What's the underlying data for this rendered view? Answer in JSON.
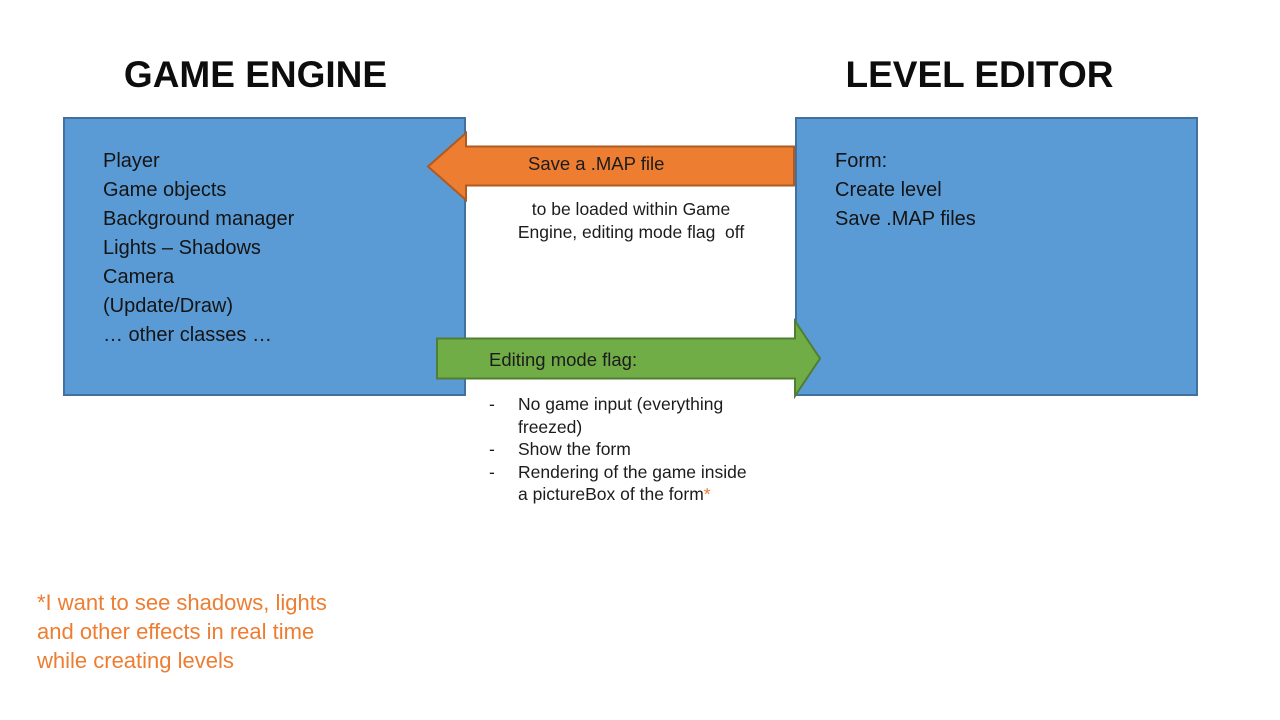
{
  "titles": {
    "left": "GAME ENGINE",
    "right": "LEVEL EDITOR"
  },
  "game_engine_box": {
    "items": [
      "Player",
      "Game objects",
      "Background manager",
      "Lights – Shadows",
      "Camera",
      "(Update/Draw)",
      "… other classes …"
    ]
  },
  "level_editor_box": {
    "items": [
      "Form:",
      "Create level",
      "Save .MAP files"
    ]
  },
  "save_map_arrow": {
    "label": "Save a .MAP file",
    "description_lines": [
      "to be loaded within Game",
      "Engine, editing mode flag  off"
    ]
  },
  "editing_mode_arrow": {
    "label": "Editing mode flag:"
  },
  "bullets": {
    "marker": "-",
    "items": [
      {
        "lines": [
          "No game input (everything",
          "freezed)"
        ],
        "suffix": ""
      },
      {
        "lines": [
          "Show the form"
        ],
        "suffix": ""
      },
      {
        "lines": [
          "Rendering of the game inside",
          "a pictureBox of the form"
        ],
        "suffix": "*"
      }
    ]
  },
  "footnote": {
    "lines": [
      "*I want to see shadows, lights",
      "and other effects in real time",
      "while creating levels"
    ]
  },
  "colors": {
    "box_fill": "#5B9BD5",
    "box_border": "#41719C",
    "orange_fill": "#ED7D31",
    "orange_border": "#AE5A21",
    "green_fill": "#70AD47",
    "green_border": "#507E32",
    "footnote_text": "#ED7D31"
  }
}
